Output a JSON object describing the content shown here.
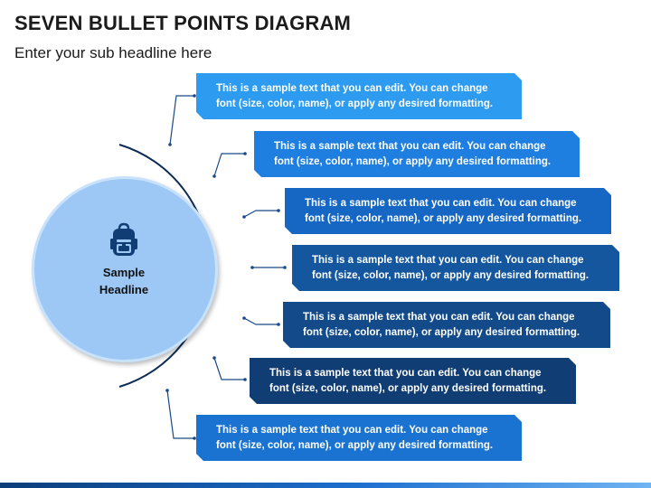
{
  "header": {
    "title": "SEVEN BULLET POINTS DIAGRAM",
    "subtitle": "Enter your sub headline here"
  },
  "center": {
    "label_line1": "Sample",
    "label_line2": "Headline",
    "icon": "backpack-icon"
  },
  "bullets": [
    {
      "line1": "This is a sample text that you can edit. You can change",
      "line2": "font (size, color, name), or apply any desired formatting.",
      "color": "#2c9bf0"
    },
    {
      "line1": "This is a sample text that you can edit. You can change",
      "line2": "font (size, color, name), or apply any desired formatting.",
      "color": "#1e7fe0"
    },
    {
      "line1": "This is a sample text that you can edit. You can change",
      "line2": "font (size, color, name), or apply any desired formatting.",
      "color": "#1667c4"
    },
    {
      "line1": "This is a sample text that you can edit. You can change",
      "line2": "font (size, color, name), or apply any desired formatting.",
      "color": "#14579f"
    },
    {
      "line1": "This is a sample text that you can edit. You can change",
      "line2": "font (size, color, name), or apply any desired formatting.",
      "color": "#124a8a"
    },
    {
      "line1": "This is a sample text that you can edit. You can change",
      "line2": "font (size, color, name), or apply any desired formatting.",
      "color": "#0f3d74"
    },
    {
      "line1": "This is a sample text that you can edit. You can change",
      "line2": "font (size, color, name), or apply any desired formatting.",
      "color": "#1a73d1"
    }
  ],
  "colors": {
    "circle_fill": "#9dc8f5",
    "connector": "#1a4a86",
    "arc": "#0d2c55"
  }
}
